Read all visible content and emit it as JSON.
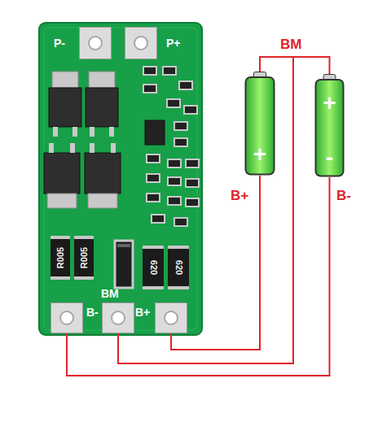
{
  "diagram": {
    "nodes": [
      {
        "text": []
      },
      {
        "text": [
          "P-"
        ],
        "in": 0
      },
      {
        "text": [
          "P+"
        ],
        "in": 0
      },
      {
        "text": [
          "R005"
        ],
        "in": 0
      },
      {
        "text": [
          "R005"
        ],
        "in": 0
      },
      {
        "text": [
          "620"
        ],
        "in": 0
      },
      {
        "text": [
          "620"
        ],
        "in": 0
      },
      {
        "text": [
          "B-"
        ],
        "in": 0
      },
      {
        "text": [
          "BM"
        ],
        "in": 0
      },
      {
        "text": [
          "B+"
        ],
        "in": 0
      },
      {
        "text": [
          "+"
        ]
      },
      {
        "text": [
          "+",
          "-"
        ]
      }
    ],
    "edges": [
      {
        "from": 7,
        "to": 11,
        "arrow": "none"
      },
      {
        "from": 8,
        "to": 10,
        "arrow": "none"
      },
      {
        "from": 8,
        "to": 11,
        "arrow": "none"
      },
      {
        "from": 9,
        "to": 10,
        "arrow": "none"
      }
    ],
    "labels": [
      "BM",
      "B+",
      "B-"
    ]
  }
}
